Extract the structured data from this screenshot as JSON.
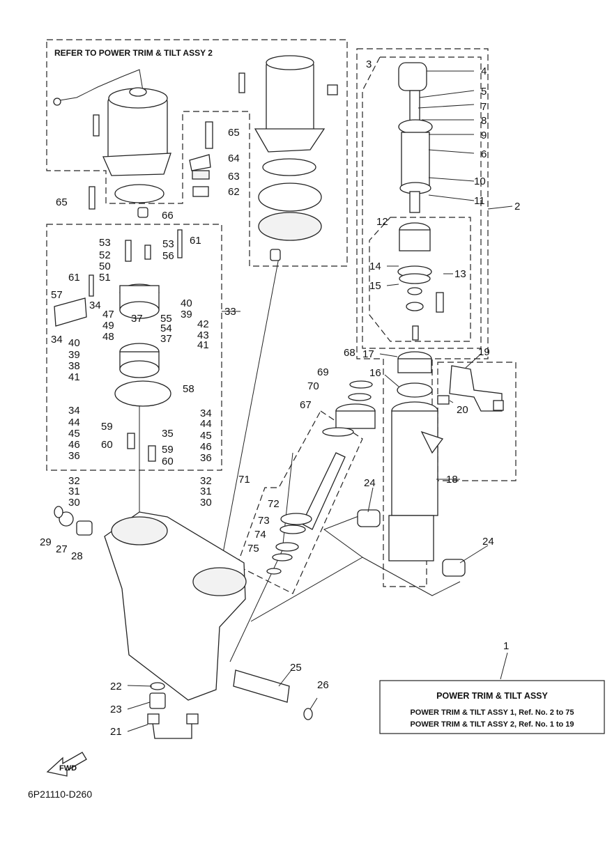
{
  "header_note": "REFER TO POWER TRIM & TILT ASSY 2",
  "drawing_code": "6P21110-D260",
  "fwd_label": "FWD",
  "legend": {
    "title": "POWER TRIM & TILT ASSY",
    "line1": "POWER TRIM & TILT ASSY 1,  Ref. No. 2 to 75",
    "line2": "POWER TRIM & TILT ASSY 2,  Ref. No. 1 to 19"
  },
  "callouts": [
    {
      "id": "c1",
      "text": "1"
    },
    {
      "id": "c2",
      "text": "2"
    },
    {
      "id": "c3",
      "text": "3"
    },
    {
      "id": "c4",
      "text": "4"
    },
    {
      "id": "c5",
      "text": "5"
    },
    {
      "id": "c6",
      "text": "6"
    },
    {
      "id": "c7",
      "text": "7"
    },
    {
      "id": "c8",
      "text": "8"
    },
    {
      "id": "c9",
      "text": "9"
    },
    {
      "id": "c10",
      "text": "10"
    },
    {
      "id": "c11",
      "text": "11"
    },
    {
      "id": "c12",
      "text": "12"
    },
    {
      "id": "c13",
      "text": "13"
    },
    {
      "id": "c14",
      "text": "14"
    },
    {
      "id": "c15",
      "text": "15"
    },
    {
      "id": "c16",
      "text": "16"
    },
    {
      "id": "c17",
      "text": "17"
    },
    {
      "id": "c18",
      "text": "18"
    },
    {
      "id": "c19",
      "text": "19"
    },
    {
      "id": "c20",
      "text": "20"
    },
    {
      "id": "c21",
      "text": "21"
    },
    {
      "id": "c22",
      "text": "22"
    },
    {
      "id": "c23",
      "text": "23"
    },
    {
      "id": "c24a",
      "text": "24"
    },
    {
      "id": "c24b",
      "text": "24"
    },
    {
      "id": "c25",
      "text": "25"
    },
    {
      "id": "c26",
      "text": "26"
    },
    {
      "id": "c27",
      "text": "27"
    },
    {
      "id": "c28",
      "text": "28"
    },
    {
      "id": "c29",
      "text": "29"
    },
    {
      "id": "c30a",
      "text": "30"
    },
    {
      "id": "c30b",
      "text": "30"
    },
    {
      "id": "c31a",
      "text": "31"
    },
    {
      "id": "c31b",
      "text": "31"
    },
    {
      "id": "c32a",
      "text": "32"
    },
    {
      "id": "c32b",
      "text": "32"
    },
    {
      "id": "c33",
      "text": "33"
    },
    {
      "id": "c34a",
      "text": "34"
    },
    {
      "id": "c34b",
      "text": "34"
    },
    {
      "id": "c34c",
      "text": "34"
    },
    {
      "id": "c34d",
      "text": "34"
    },
    {
      "id": "c35",
      "text": "35"
    },
    {
      "id": "c36a",
      "text": "36"
    },
    {
      "id": "c36b",
      "text": "36"
    },
    {
      "id": "c37a",
      "text": "37"
    },
    {
      "id": "c37b",
      "text": "37"
    },
    {
      "id": "c38",
      "text": "38"
    },
    {
      "id": "c39a",
      "text": "39"
    },
    {
      "id": "c39b",
      "text": "39"
    },
    {
      "id": "c40a",
      "text": "40"
    },
    {
      "id": "c40b",
      "text": "40"
    },
    {
      "id": "c41a",
      "text": "41"
    },
    {
      "id": "c41b",
      "text": "41"
    },
    {
      "id": "c42",
      "text": "42"
    },
    {
      "id": "c43",
      "text": "43"
    },
    {
      "id": "c44a",
      "text": "44"
    },
    {
      "id": "c44b",
      "text": "44"
    },
    {
      "id": "c45a",
      "text": "45"
    },
    {
      "id": "c45b",
      "text": "45"
    },
    {
      "id": "c46a",
      "text": "46"
    },
    {
      "id": "c46b",
      "text": "46"
    },
    {
      "id": "c47",
      "text": "47"
    },
    {
      "id": "c48",
      "text": "48"
    },
    {
      "id": "c49",
      "text": "49"
    },
    {
      "id": "c50",
      "text": "50"
    },
    {
      "id": "c51",
      "text": "51"
    },
    {
      "id": "c52",
      "text": "52"
    },
    {
      "id": "c53a",
      "text": "53"
    },
    {
      "id": "c53b",
      "text": "53"
    },
    {
      "id": "c54",
      "text": "54"
    },
    {
      "id": "c55",
      "text": "55"
    },
    {
      "id": "c56",
      "text": "56"
    },
    {
      "id": "c57",
      "text": "57"
    },
    {
      "id": "c58",
      "text": "58"
    },
    {
      "id": "c59a",
      "text": "59"
    },
    {
      "id": "c59b",
      "text": "59"
    },
    {
      "id": "c60a",
      "text": "60"
    },
    {
      "id": "c60b",
      "text": "60"
    },
    {
      "id": "c61a",
      "text": "61"
    },
    {
      "id": "c61b",
      "text": "61"
    },
    {
      "id": "c62",
      "text": "62"
    },
    {
      "id": "c63",
      "text": "63"
    },
    {
      "id": "c64",
      "text": "64"
    },
    {
      "id": "c65a",
      "text": "65"
    },
    {
      "id": "c65b",
      "text": "65"
    },
    {
      "id": "c66",
      "text": "66"
    },
    {
      "id": "c67",
      "text": "67"
    },
    {
      "id": "c68",
      "text": "68"
    },
    {
      "id": "c69",
      "text": "69"
    },
    {
      "id": "c70",
      "text": "70"
    },
    {
      "id": "c71",
      "text": "71"
    },
    {
      "id": "c72",
      "text": "72"
    },
    {
      "id": "c73",
      "text": "73"
    },
    {
      "id": "c74",
      "text": "74"
    },
    {
      "id": "c75",
      "text": "75"
    }
  ]
}
